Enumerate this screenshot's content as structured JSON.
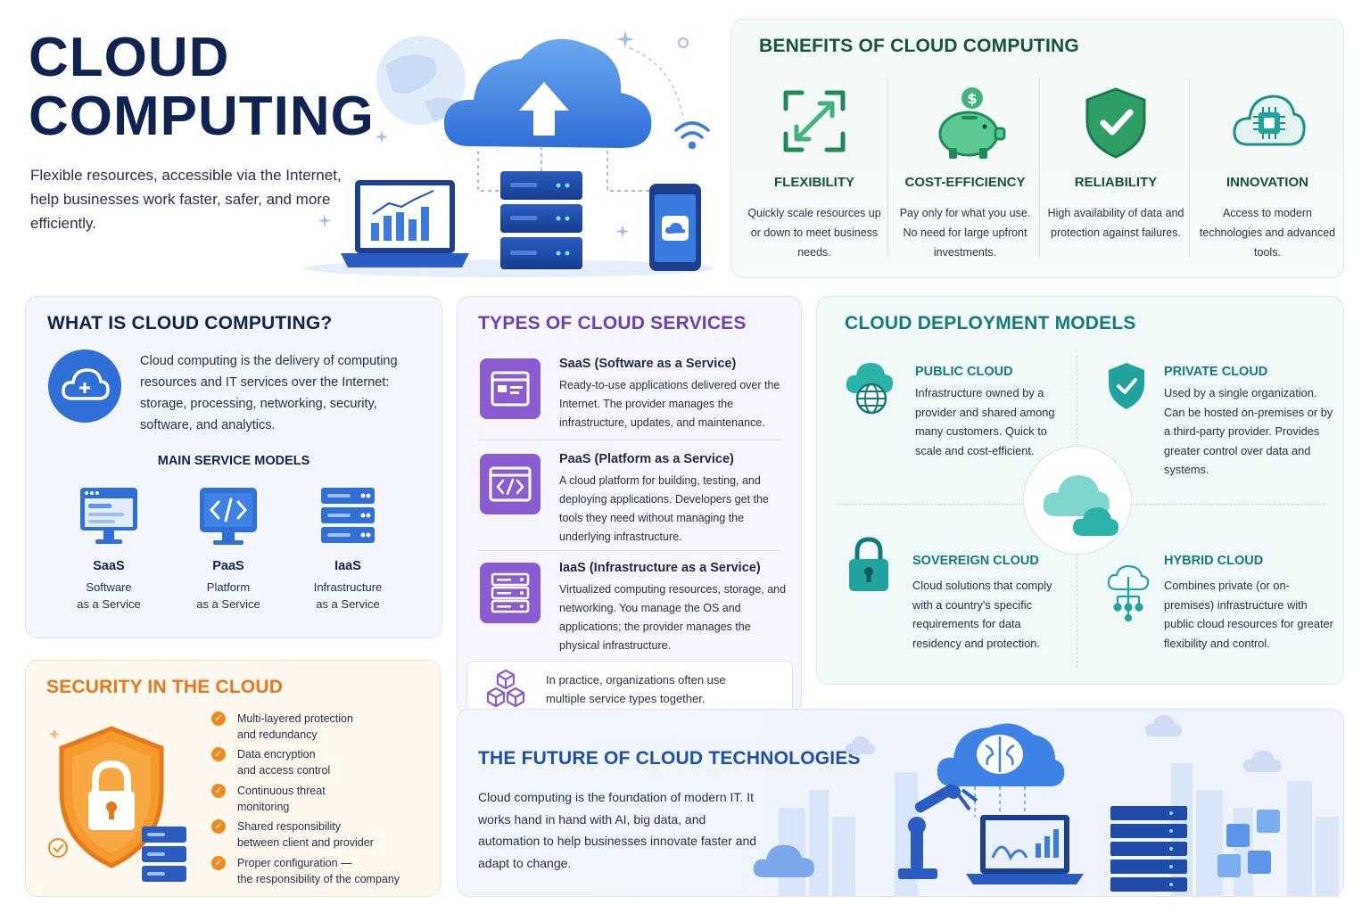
{
  "hero": {
    "title_line1": "CLOUD",
    "title_line2": "COMPUTING",
    "subtitle": "Flexible resources, accessible via the Internet, help businesses work faster, safer, and more efficiently."
  },
  "benefits": {
    "title": "BENEFITS OF CLOUD COMPUTING",
    "items": [
      {
        "icon": "expand-arrows-icon",
        "title": "FLEXIBILITY",
        "desc": "Quickly scale resources up or down to meet business needs."
      },
      {
        "icon": "piggy-bank-icon",
        "title": "COST-EFFICIENCY",
        "desc": "Pay only for what you use. No need for large upfront investments."
      },
      {
        "icon": "shield-check-icon",
        "title": "RELIABILITY",
        "desc": "High availability of data and protection against failures."
      },
      {
        "icon": "cloud-chip-icon",
        "title": "INNOVATION",
        "desc": "Access to modern technologies and advanced tools."
      }
    ]
  },
  "what_is": {
    "title": "WHAT IS CLOUD COMPUTING?",
    "desc": "Cloud computing is the delivery of computing resources and IT services over the Internet: storage, processing, networking, security, software, and analytics.",
    "models_title": "MAIN SERVICE MODELS",
    "models": [
      {
        "title": "SaaS",
        "line1": "Software",
        "line2": "as a Service"
      },
      {
        "title": "PaaS",
        "line1": "Platform",
        "line2": "as a Service"
      },
      {
        "title": "IaaS",
        "line1": "Infrastructure",
        "line2": "as a Service"
      }
    ]
  },
  "security": {
    "title": "SECURITY IN THE CLOUD",
    "items": [
      "Multi-layered protection\nand redundancy",
      "Data encryption\nand access control",
      "Continuous threat\nmonitoring",
      "Shared responsibility\nbetween client and provider",
      "Proper configuration —\nthe responsibility of the company"
    ]
  },
  "types": {
    "title": "TYPES OF CLOUD SERVICES",
    "items": [
      {
        "title": "SaaS (Software as a Service)",
        "desc": "Ready-to-use applications delivered over the Internet. The provider manages the infrastructure, updates, and maintenance."
      },
      {
        "title": "PaaS (Platform as a Service)",
        "desc": "A cloud platform for building, testing, and deploying applications. Developers get the tools they need without managing the underlying infrastructure."
      },
      {
        "title": "IaaS (Infrastructure as a Service)",
        "desc": "Virtualized computing resources, storage, and networking. You manage the OS and applications; the provider manages the physical infrastructure."
      }
    ],
    "note": "In practice, organizations often use multiple service types together."
  },
  "deploy": {
    "title": "CLOUD DEPLOYMENT MODELS",
    "public": {
      "title": "PUBLIC CLOUD",
      "desc": "Infrastructure owned by a provider and shared among many customers. Quick to scale and cost-efficient."
    },
    "private": {
      "title": "PRIVATE CLOUD",
      "desc": "Used by a single organization. Can be hosted on-premises or by a third-party provider. Provides greater control over data and systems."
    },
    "sovereign": {
      "title": "SOVEREIGN CLOUD",
      "desc": "Cloud solutions that comply with a country's specific requirements for data residency and protection."
    },
    "hybrid": {
      "title": "HYBRID CLOUD",
      "desc": "Combines private (or on-premises) infrastructure with public cloud resources for greater flexibility and control."
    }
  },
  "future": {
    "title": "THE FUTURE OF CLOUD TECHNOLOGIES",
    "desc": "Cloud computing is the foundation of modern IT. It works hand in hand with AI, big data, and automation to help businesses innovate faster and adapt to change."
  },
  "colors": {
    "navy": "#0f2250",
    "green": "#13543a",
    "purple": "#6b3fb8",
    "teal": "#137a7a",
    "orange": "#e8761c",
    "blue": "#1d4fb3"
  }
}
